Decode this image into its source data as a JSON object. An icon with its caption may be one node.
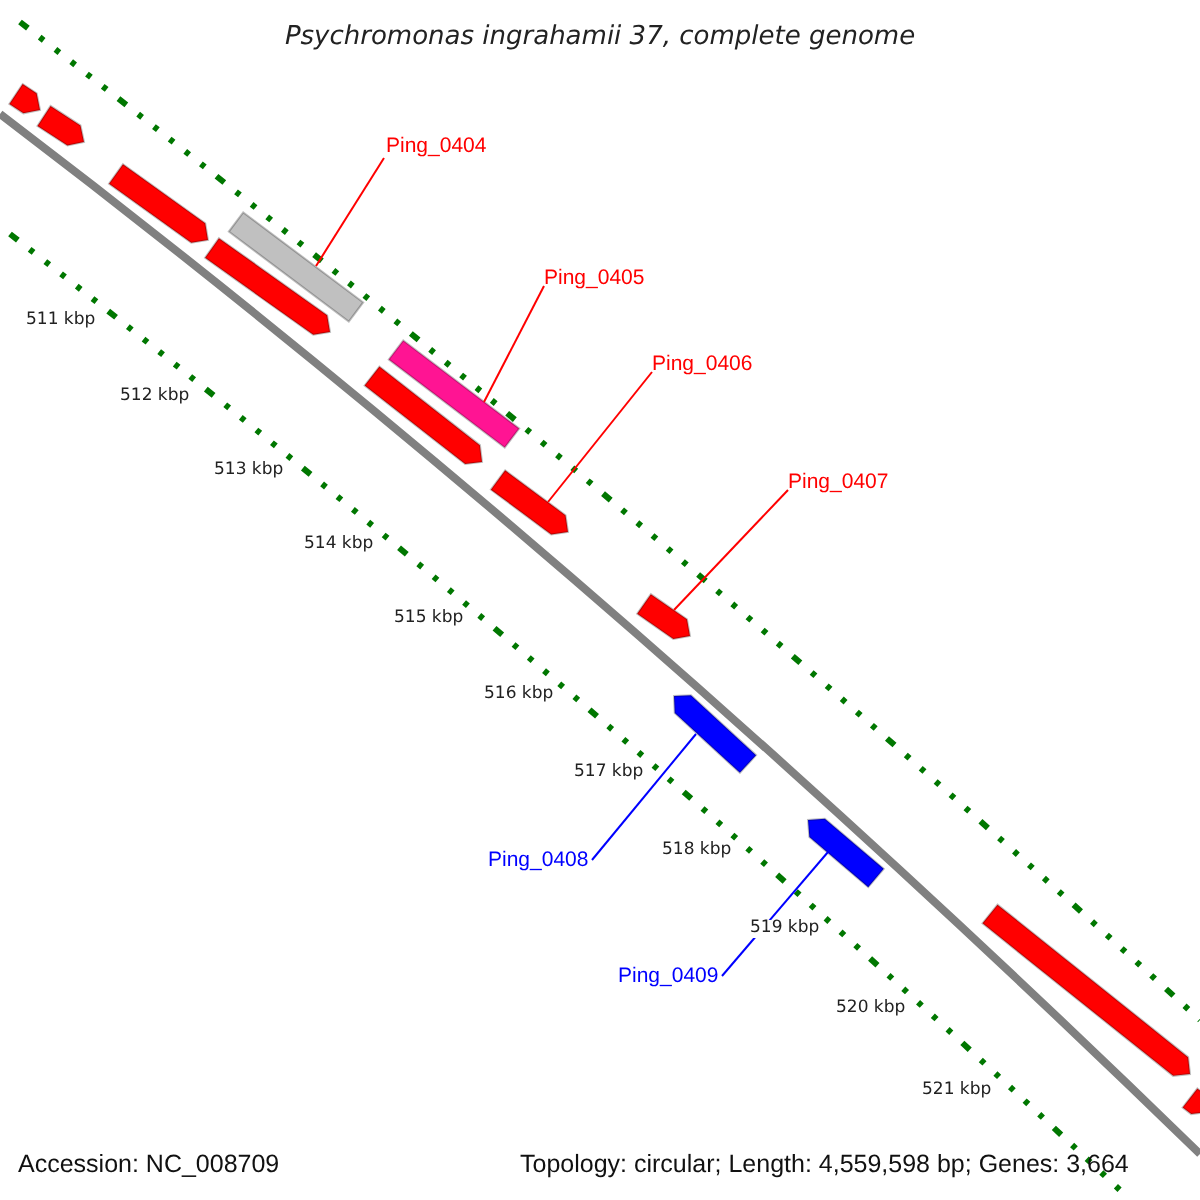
{
  "diagram": {
    "title": "Psychromonas ingrahamii 37, complete genome",
    "nodes": [
      {
        "text": [
          "Ping_0404"
        ]
      },
      {
        "text": [
          "Ping_0405"
        ]
      },
      {
        "text": [
          "Ping_0406"
        ]
      },
      {
        "text": [
          "Ping_0407"
        ]
      },
      {
        "text": [
          "Ping_0408"
        ]
      },
      {
        "text": [
          "Ping_0409"
        ]
      },
      {
        "text": [],
        "shape": "bar"
      },
      {
        "text": [],
        "shape": "bar"
      },
      {
        "text": [],
        "shape": "bar"
      },
      {
        "text": [],
        "shape": "bar"
      },
      {
        "text": [],
        "shape": "bar"
      },
      {
        "text": [],
        "shape": "bar"
      },
      {
        "text": [],
        "shape": "bar"
      },
      {
        "text": [],
        "shape": "bar"
      },
      {
        "text": [],
        "shape": "bar"
      },
      {
        "text": [],
        "shape": "bar"
      },
      {
        "text": [],
        "shape": "bar"
      },
      {
        "text": [],
        "shape": "bar"
      },
      {
        "text": [],
        "shape": "bar"
      }
    ],
    "edges": [
      {
        "from": 0,
        "to": 9,
        "arrow": "none"
      },
      {
        "from": 1,
        "to": 11,
        "arrow": "none"
      },
      {
        "from": 2,
        "to": 13,
        "arrow": "none"
      },
      {
        "from": 3,
        "to": 14,
        "arrow": "none"
      },
      {
        "from": 4,
        "to": 15,
        "arrow": "none",
        "color": "#0000ff"
      },
      {
        "from": 5,
        "to": 16,
        "arrow": "none",
        "color": "#0000ff"
      }
    ],
    "labels": [
      "511 kbp",
      "512 kbp",
      "513 kbp",
      "514 kbp",
      "515 kbp",
      "516 kbp",
      "517 kbp",
      "518 kbp",
      "519 kbp",
      "520 kbp",
      "521 kbp",
      "Accession: NC_008709",
      "Topology: circular; Length: 4,559,598 bp; Genes: 3,664"
    ]
  }
}
